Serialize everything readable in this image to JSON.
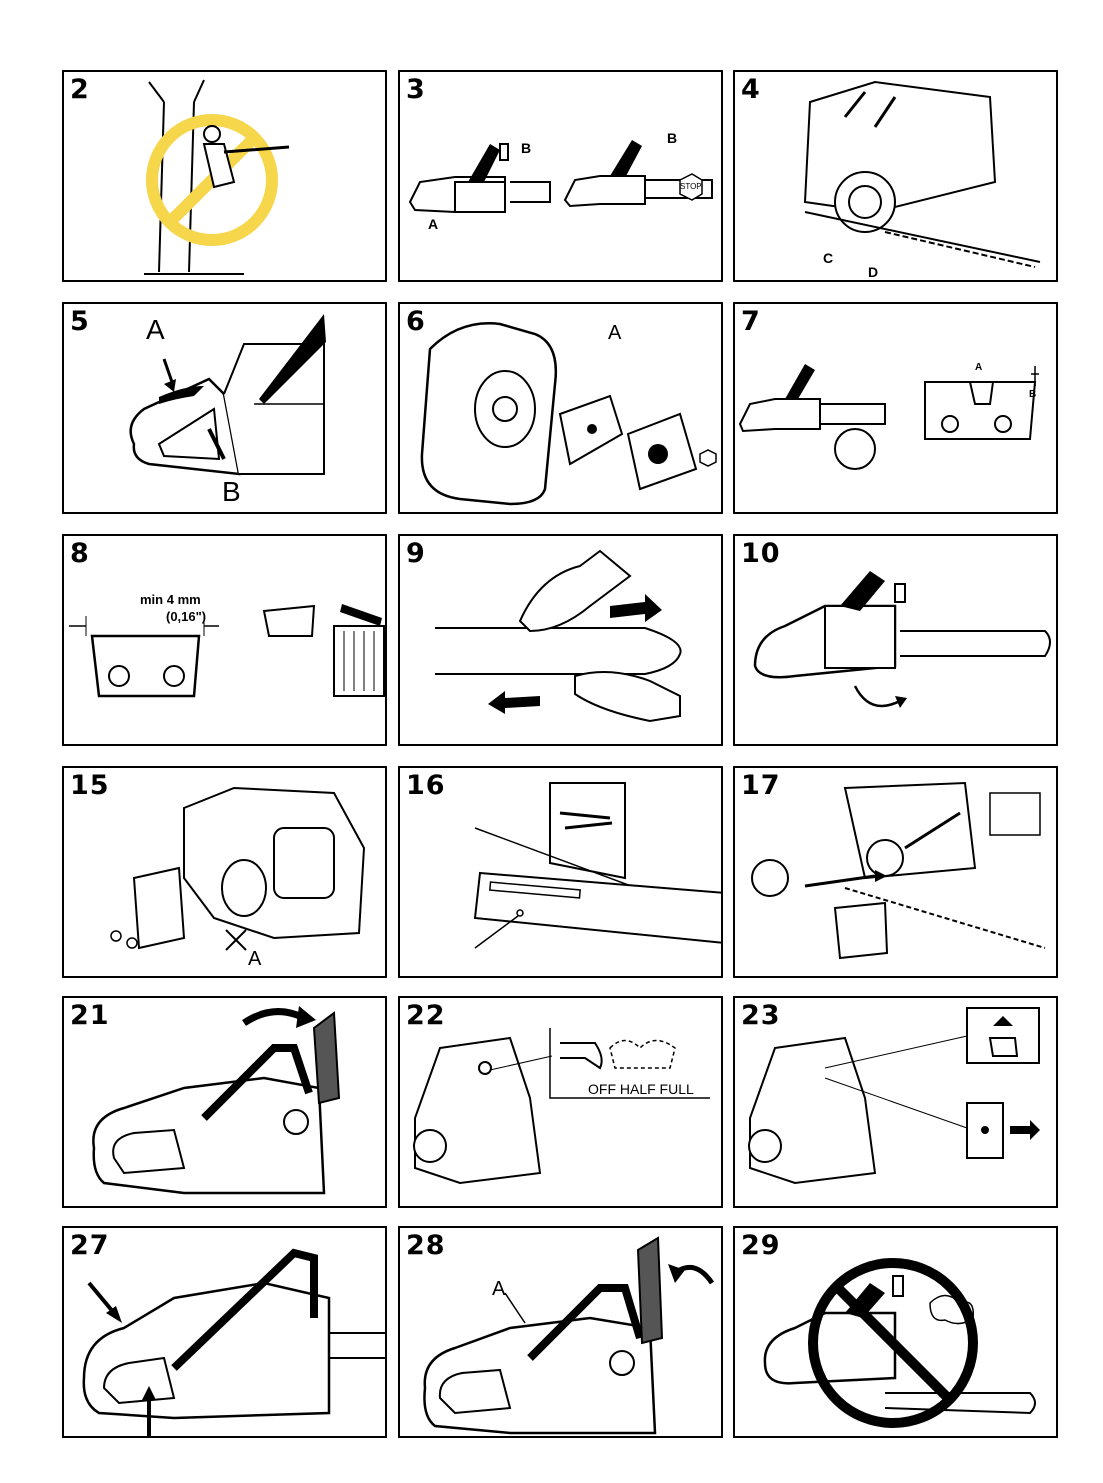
{
  "panels": [
    {
      "number": "2"
    },
    {
      "number": "3",
      "labels": {
        "a": "A",
        "b1": "B",
        "b2": "B",
        "stop": "STOP"
      }
    },
    {
      "number": "4",
      "labels": {
        "c": "C",
        "d": "D"
      }
    },
    {
      "number": "5",
      "labels": {
        "a": "A",
        "b": "B"
      }
    },
    {
      "number": "6",
      "labels": {
        "a": "A"
      }
    },
    {
      "number": "7",
      "labels": {
        "a": "A",
        "b": "B"
      }
    },
    {
      "number": "8",
      "labels": {
        "min": "min 4 mm",
        "inch": "(0,16\")"
      }
    },
    {
      "number": "9"
    },
    {
      "number": "10"
    },
    {
      "number": "15",
      "labels": {
        "a": "A"
      }
    },
    {
      "number": "16"
    },
    {
      "number": "17"
    },
    {
      "number": "21"
    },
    {
      "number": "22",
      "labels": {
        "choke": "OFF HALF FULL"
      }
    },
    {
      "number": "23"
    },
    {
      "number": "27"
    },
    {
      "number": "28",
      "labels": {
        "a": "A"
      }
    },
    {
      "number": "29"
    }
  ],
  "colors": {
    "prohibition_yellow": "#f6d64a",
    "line": "#000000"
  }
}
